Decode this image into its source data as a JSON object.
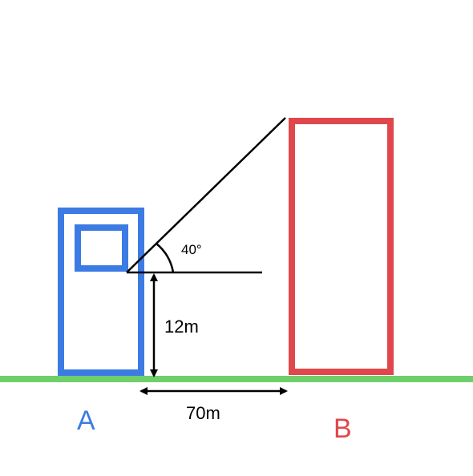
{
  "labels": {
    "angle": "40°",
    "height": "12m",
    "distance": "70m",
    "building_a": "A",
    "building_b": "B"
  },
  "colors": {
    "building_a": "#3c7be3",
    "building_b": "#e0474c",
    "ground": "#6fcf6a",
    "lines": "#000000",
    "background": "#ffffff"
  }
}
